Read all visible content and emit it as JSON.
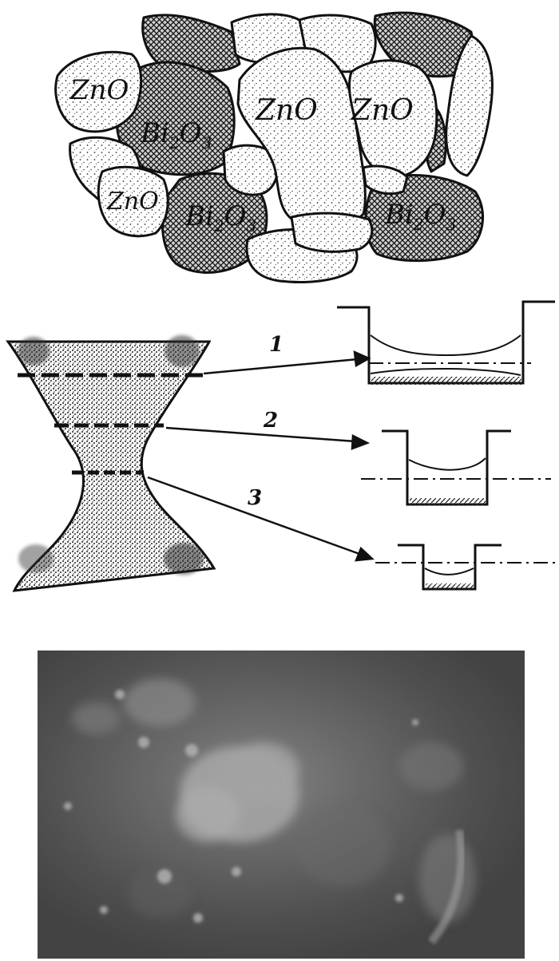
{
  "grains": [
    {
      "id": "zno-left",
      "formula": "ZnO",
      "sub": ""
    },
    {
      "id": "bi-left",
      "formula": "Bi",
      "sub": "2",
      "tail": "O",
      "sub2": "3"
    },
    {
      "id": "zno-center",
      "formula": "ZnO",
      "sub": ""
    },
    {
      "id": "zno-right",
      "formula": "ZnO",
      "sub": ""
    },
    {
      "id": "zno-lower-left",
      "formula": "ZnO",
      "sub": ""
    },
    {
      "id": "bi-lower-center",
      "formula": "Bi",
      "sub": "2",
      "tail": "O",
      "sub2": "3"
    },
    {
      "id": "bi-lower-right",
      "formula": "Bi",
      "sub": "2",
      "tail": "O",
      "sub2": "3"
    }
  ],
  "arrows": [
    {
      "label": "1"
    },
    {
      "label": "2"
    },
    {
      "label": "3"
    }
  ]
}
